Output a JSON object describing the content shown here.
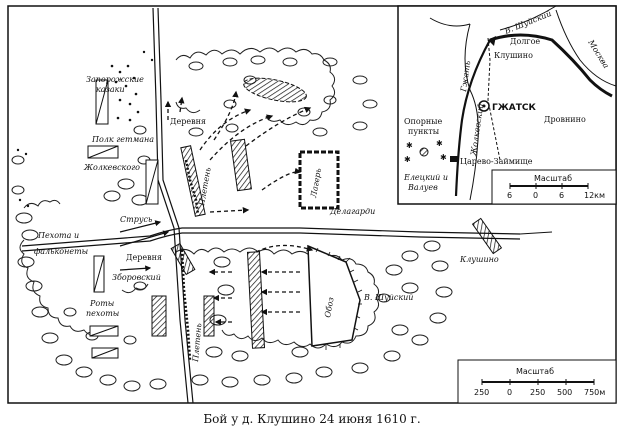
{
  "caption": "Бой у д. Клушино 24 июня 1610 г.",
  "main_map": {
    "labels": {
      "zaporozh_1": "Запорожские",
      "zaporozh_2": "казаки",
      "derevnya_n": "Деревня",
      "polk_1": "Полк гетмана",
      "polk_2": "Жолкевского",
      "pleten_n": "Плетень",
      "lager": "Лагерь",
      "delagardi": "Делагарди",
      "strus": "Струсь",
      "pehota_1": "Пехота и",
      "pehota_2": "фальконеты",
      "derevnya_s": "Деревня",
      "zborovsky": "Зборовский",
      "roty_1": "Роты",
      "roty_2": "пехоты",
      "pleten_s": "Плетень",
      "oboz": "Обоз",
      "shuisky": "В. Шуйский",
      "klushino": "Клушино"
    },
    "scale": {
      "title": "Масштаб",
      "ticks": [
        "250",
        "0",
        "250",
        "500",
        "750м"
      ]
    }
  },
  "inset_map": {
    "labels": {
      "river_shuisky": "В. Шуйский",
      "dolgoe": "Долгое",
      "klushino": "Клушино",
      "moskva": "Москва",
      "gzhatsk": "ГЖАТСК",
      "drovnino": "Дровнино",
      "opornye_1": "Опорные",
      "opornye_2": "пункты",
      "zholkevsky": "Жолкевский",
      "tsarevo": "Царево-Займище",
      "eletsky_1": "Елецкий и",
      "eletsky_2": "Валуев",
      "gzhat": "Гжать"
    },
    "scale": {
      "title": "Масштаб",
      "ticks": [
        "6",
        "0",
        "6",
        "12км"
      ]
    }
  }
}
